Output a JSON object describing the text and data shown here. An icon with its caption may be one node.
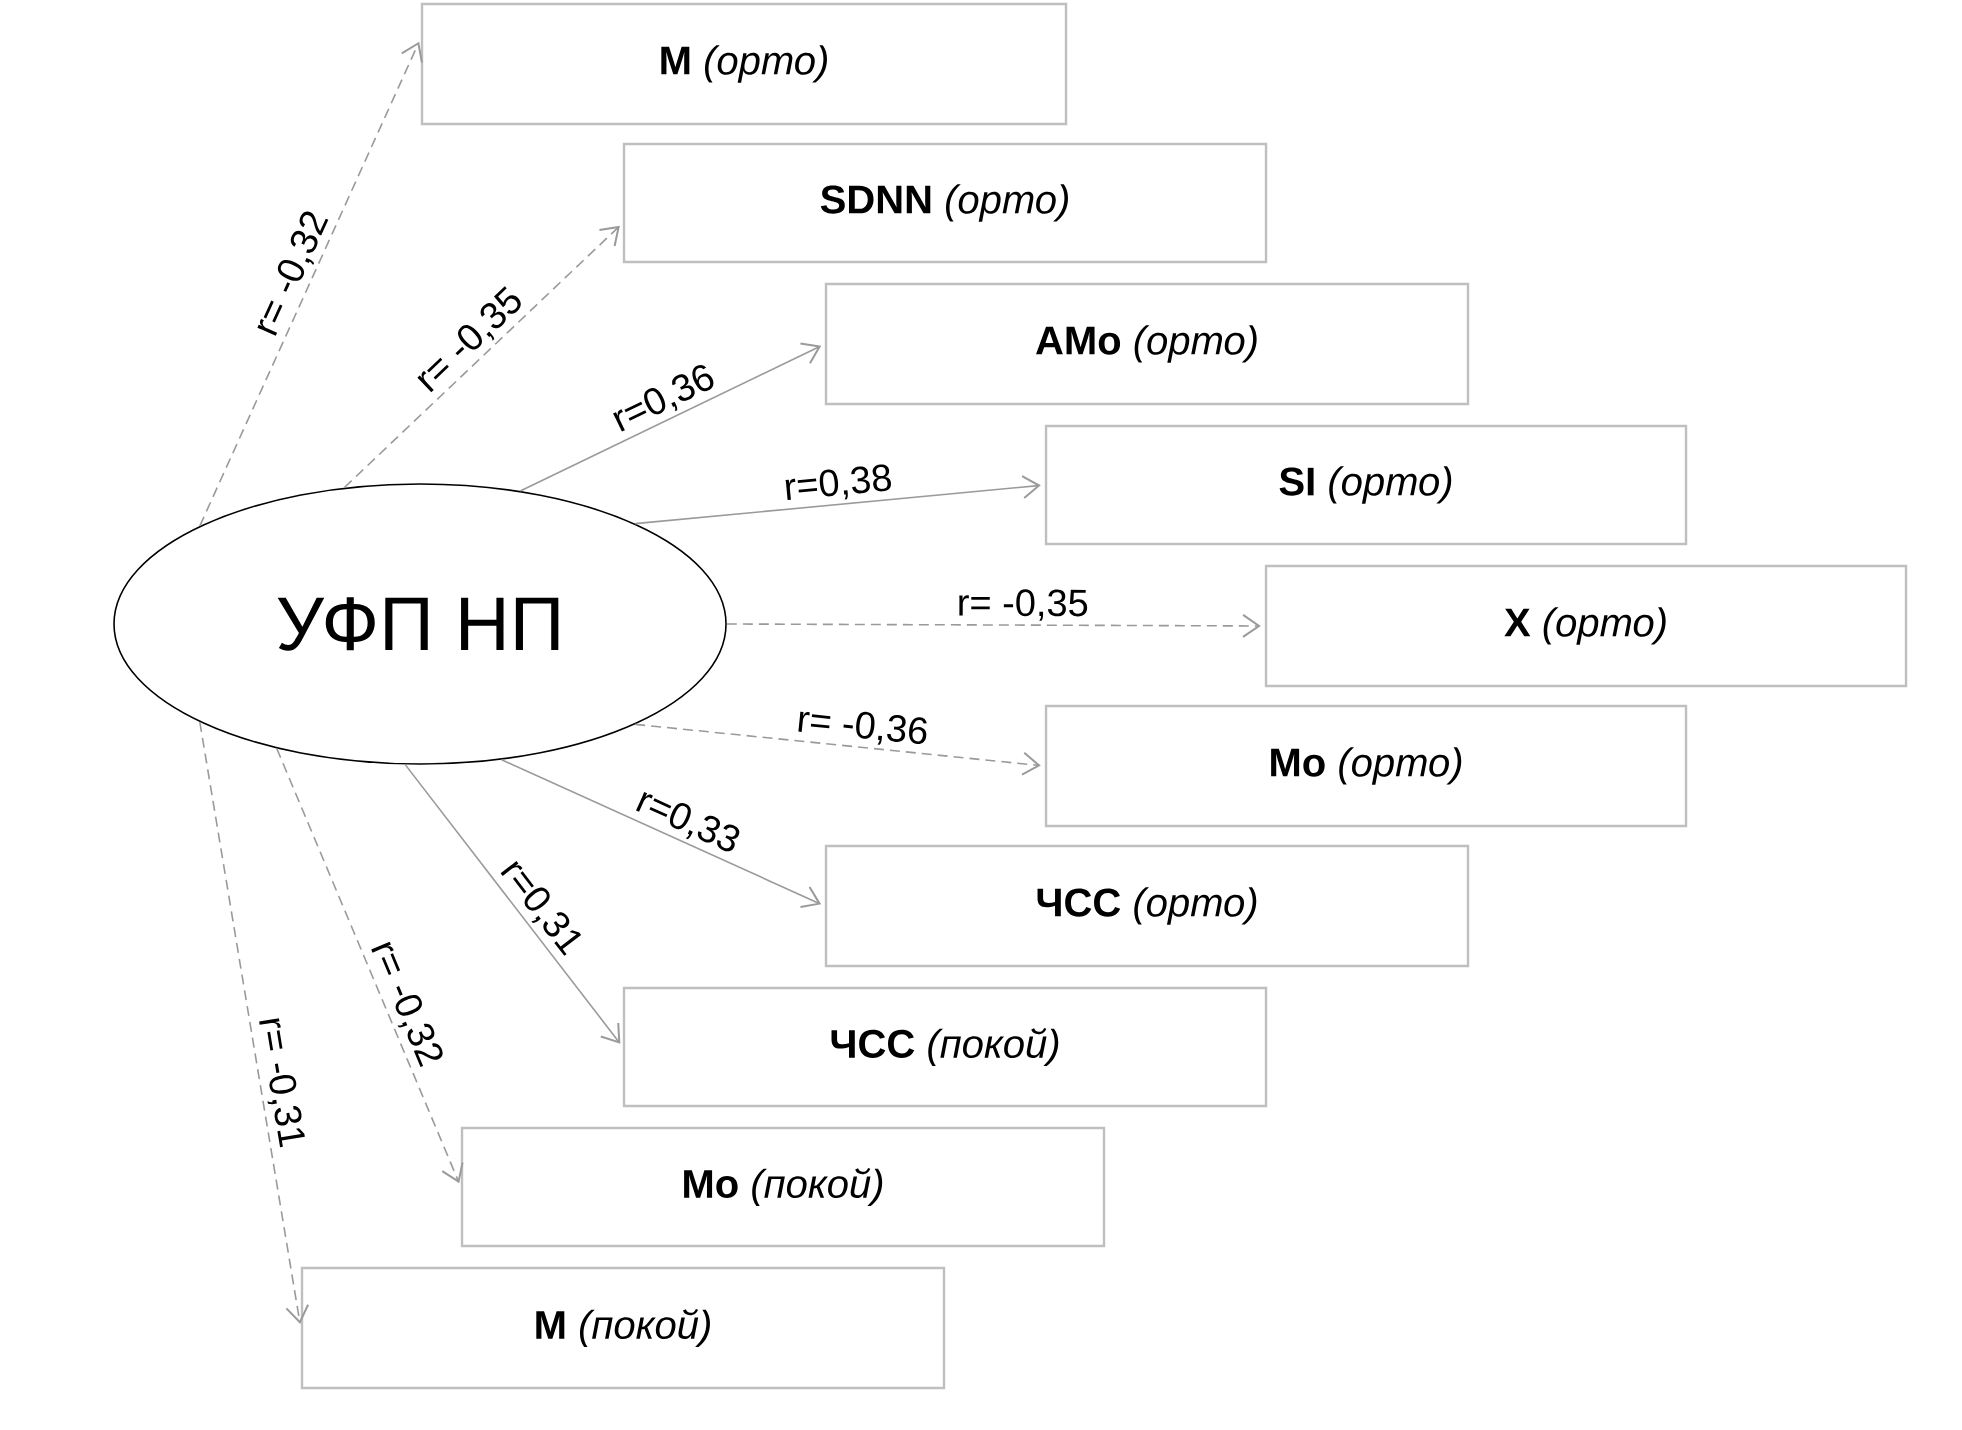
{
  "diagram": {
    "nodes": [
      {
        "text": [
          "УФП НП"
        ]
      },
      {
        "text": [
          "**M** *(орто)*"
        ]
      },
      {
        "text": [
          "**SDNN** *(орто)*"
        ]
      },
      {
        "text": [
          "**AMo** *(орто)*"
        ]
      },
      {
        "text": [
          "**SI** *(орто)*"
        ]
      },
      {
        "text": [
          "**X** *(орто)*"
        ]
      },
      {
        "text": [
          "**Mo** *(орто)*"
        ]
      },
      {
        "text": [
          "**ЧСС** *(орто)*"
        ]
      },
      {
        "text": [
          "**ЧСС** *(покой)*"
        ]
      },
      {
        "text": [
          "**Mo** *(покой)*"
        ]
      },
      {
        "text": [
          "**M** *(покой)*"
        ]
      }
    ],
    "edges": [
      {
        "from": 0,
        "to": 1,
        "arrow": "to",
        "label": "r= -0,32",
        "style": "dashed"
      },
      {
        "from": 0,
        "to": 2,
        "arrow": "to",
        "label": "r= -0,35",
        "style": "dashed"
      },
      {
        "from": 0,
        "to": 3,
        "arrow": "to",
        "label": "r=0,36"
      },
      {
        "from": 0,
        "to": 4,
        "arrow": "to",
        "label": "r=0,38"
      },
      {
        "from": 0,
        "to": 5,
        "arrow": "to",
        "label": "r= -0,35",
        "style": "dashed"
      },
      {
        "from": 0,
        "to": 6,
        "arrow": "to",
        "label": "r= -0,36",
        "style": "dashed"
      },
      {
        "from": 0,
        "to": 7,
        "arrow": "to",
        "label": "r=0,33"
      },
      {
        "from": 0,
        "to": 8,
        "arrow": "to",
        "label": "r=0,31"
      },
      {
        "from": 0,
        "to": 9,
        "arrow": "to",
        "label": "r= -0,32",
        "style": "dashed"
      },
      {
        "from": 0,
        "to": 10,
        "arrow": "to",
        "label": "r= -0,31",
        "style": "dashed"
      }
    ]
  }
}
